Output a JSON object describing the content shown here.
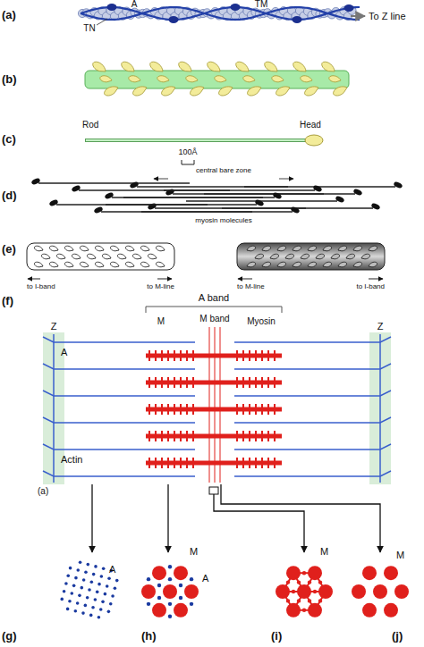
{
  "diagram": {
    "labels": [
      "(a)",
      "A",
      "TM",
      "TN",
      "To Z line",
      "(b)",
      "(c)",
      "Rod",
      "Head",
      "100Å",
      "central bare zone",
      "(d)",
      "myosin molecules",
      "(e)",
      "to I-band",
      "to M-line",
      "to M-line",
      "to I-band",
      "(f)",
      "A band",
      "M band",
      "M",
      "Myosin",
      "Z",
      "Z",
      "A",
      "Actin",
      "(a)",
      "A",
      "M",
      "A",
      "M",
      "M",
      "(g)",
      "(h)",
      "(i)",
      "(j)"
    ]
  }
}
